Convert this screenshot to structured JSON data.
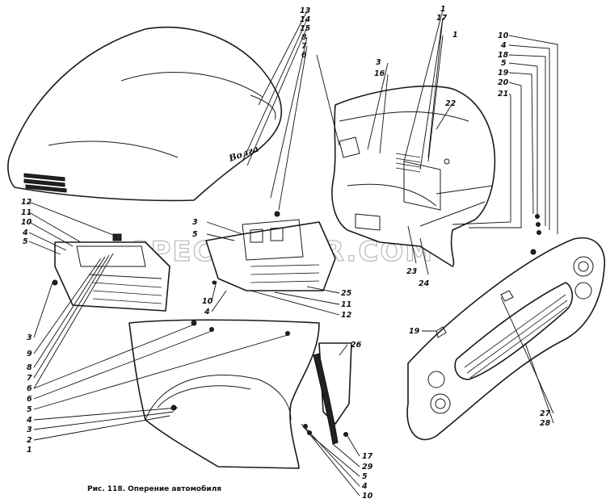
{
  "figure": {
    "caption": "Рис. 118. Оперение автомобиля",
    "watermark": "SPECSERVER.COM",
    "hood_emblem": "Волга"
  },
  "callouts": {
    "hood": [
      "13",
      "14",
      "15",
      "8",
      "7",
      "6"
    ],
    "cowl": [
      "1",
      "17",
      "1",
      "3",
      "16",
      "22",
      "23",
      "24"
    ],
    "cowl_right": [
      "10",
      "4",
      "18",
      "5",
      "19",
      "20",
      "21"
    ],
    "left_panel": [
      "12",
      "11",
      "10",
      "4",
      "5",
      "3",
      "9",
      "8",
      "7",
      "6"
    ],
    "mid_panel": [
      "3",
      "5",
      "10",
      "4",
      "25",
      "11",
      "12"
    ],
    "fender": [
      "6",
      "5",
      "4",
      "3",
      "2",
      "1",
      "26",
      "17",
      "29",
      "5",
      "4",
      "10"
    ],
    "grille": [
      "19",
      "27",
      "28"
    ]
  }
}
